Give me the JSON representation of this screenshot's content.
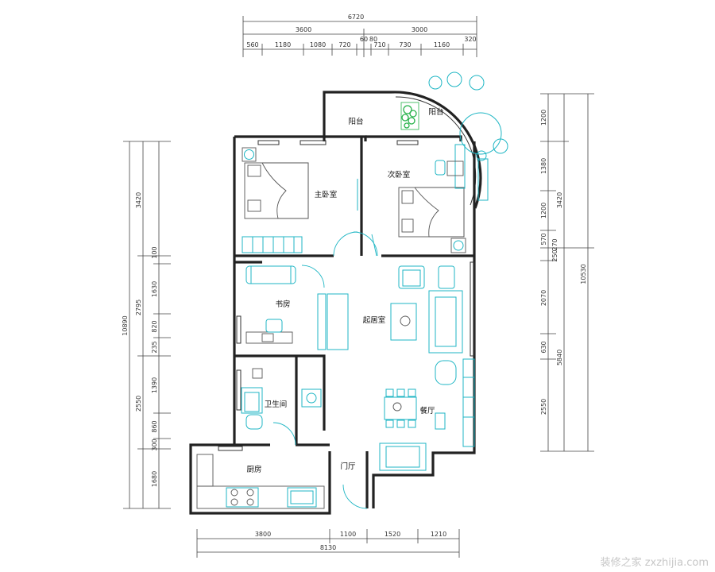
{
  "rooms": {
    "balcony_left": "阳台",
    "balcony_right": "阳台",
    "master_bedroom": "主卧室",
    "second_bedroom": "次卧室",
    "study": "书房",
    "living_room": "起居室",
    "bathroom": "卫生间",
    "dining": "餐厅",
    "kitchen": "厨房",
    "entrance": "门厅"
  },
  "dimensions": {
    "top": {
      "total": "6720",
      "segments_mid": [
        "3600",
        "3000"
      ],
      "segments_fine": [
        "560",
        "1180",
        "1080",
        "720",
        "60",
        "80",
        "710",
        "730",
        "1160",
        "320"
      ]
    },
    "bottom": {
      "segments": [
        "3800",
        "1100",
        "1520",
        "1210"
      ],
      "total": "8130"
    },
    "left": {
      "total": "10890",
      "segments_mid": [
        "3420",
        "2795",
        "2550"
      ],
      "segments_fine": [
        "100",
        "1630",
        "820",
        "235",
        "1390",
        "860",
        "300",
        "1680"
      ]
    },
    "right": {
      "total": "10530",
      "segments_mid": [
        "3420",
        "5840"
      ],
      "segments_fine": [
        "1200",
        "1380",
        "1200",
        "570",
        "270",
        "250",
        "2070",
        "630",
        "2550"
      ]
    }
  },
  "watermark": "装修之家 zxzhijia.com"
}
